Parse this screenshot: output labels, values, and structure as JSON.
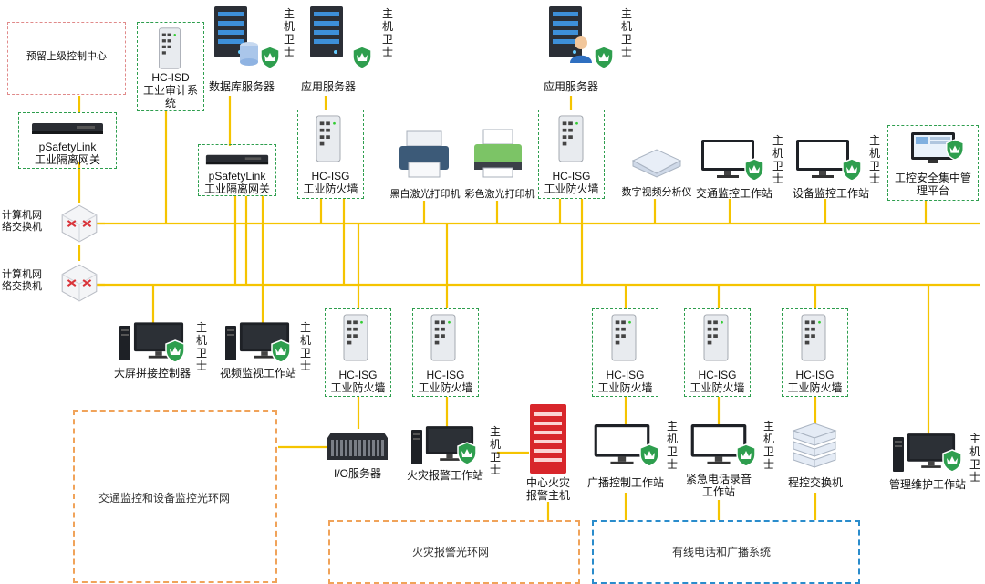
{
  "reserved_center": "预留上级控制中心",
  "audit": "HC-ISD\n工业审计系\n统",
  "db_server": "数据库服务器",
  "app_server_1": "应用服务器",
  "app_server_2": "应用服务器",
  "gateway_1": "pSafetyLink\n工业隔离网关",
  "gateway_2": "pSafetyLink\n工业隔离网关",
  "switch_1": "计算机网\n络交换机",
  "switch_2": "计算机网\n络交换机",
  "fw_top_1": "HC-ISG\n工业防火墙",
  "fw_top_2": "HC-ISG\n工业防火墙",
  "fw_bottom_1": "HC-ISG\n工业防火墙",
  "fw_bottom_2": "HC-ISG\n工业防火墙",
  "fw_bottom_3": "HC-ISG\n工业防火墙",
  "fw_bottom_4": "HC-ISG\n工业防火墙",
  "fw_bottom_5": "HC-ISG\n工业防火墙",
  "printer_bw": "黑白激光打印机",
  "printer_color": "彩色激光打印机",
  "video_analyzer": "数字视频分析仪",
  "traffic_ws": "交通监控工作站",
  "device_ws": "设备监控工作站",
  "central_platform": "工控安全集中管\n理平台",
  "bigscreen": "大屏拼接控制器",
  "video_ws": "视频监视工作站",
  "io_server": "I/O服务器",
  "fire_ws": "火灾报警工作站",
  "fire_host": "中心火灾\n报警主机",
  "broadcast_ws": "广播控制工作站",
  "phone_ws": "紧急电话录音\n工作站",
  "pbx": "程控交换机",
  "maint_ws": "管理维护工作站",
  "guard": "主机卫士",
  "region_traffic": "交通监控和设备监控光环网",
  "region_fire": "火灾报警光环网",
  "region_phone": "有线电话和广播系统",
  "colors": {
    "bus": "#f5c400",
    "green": "#2e9e4e",
    "orange": "#f0a35a",
    "blue": "#2a8ccc"
  }
}
